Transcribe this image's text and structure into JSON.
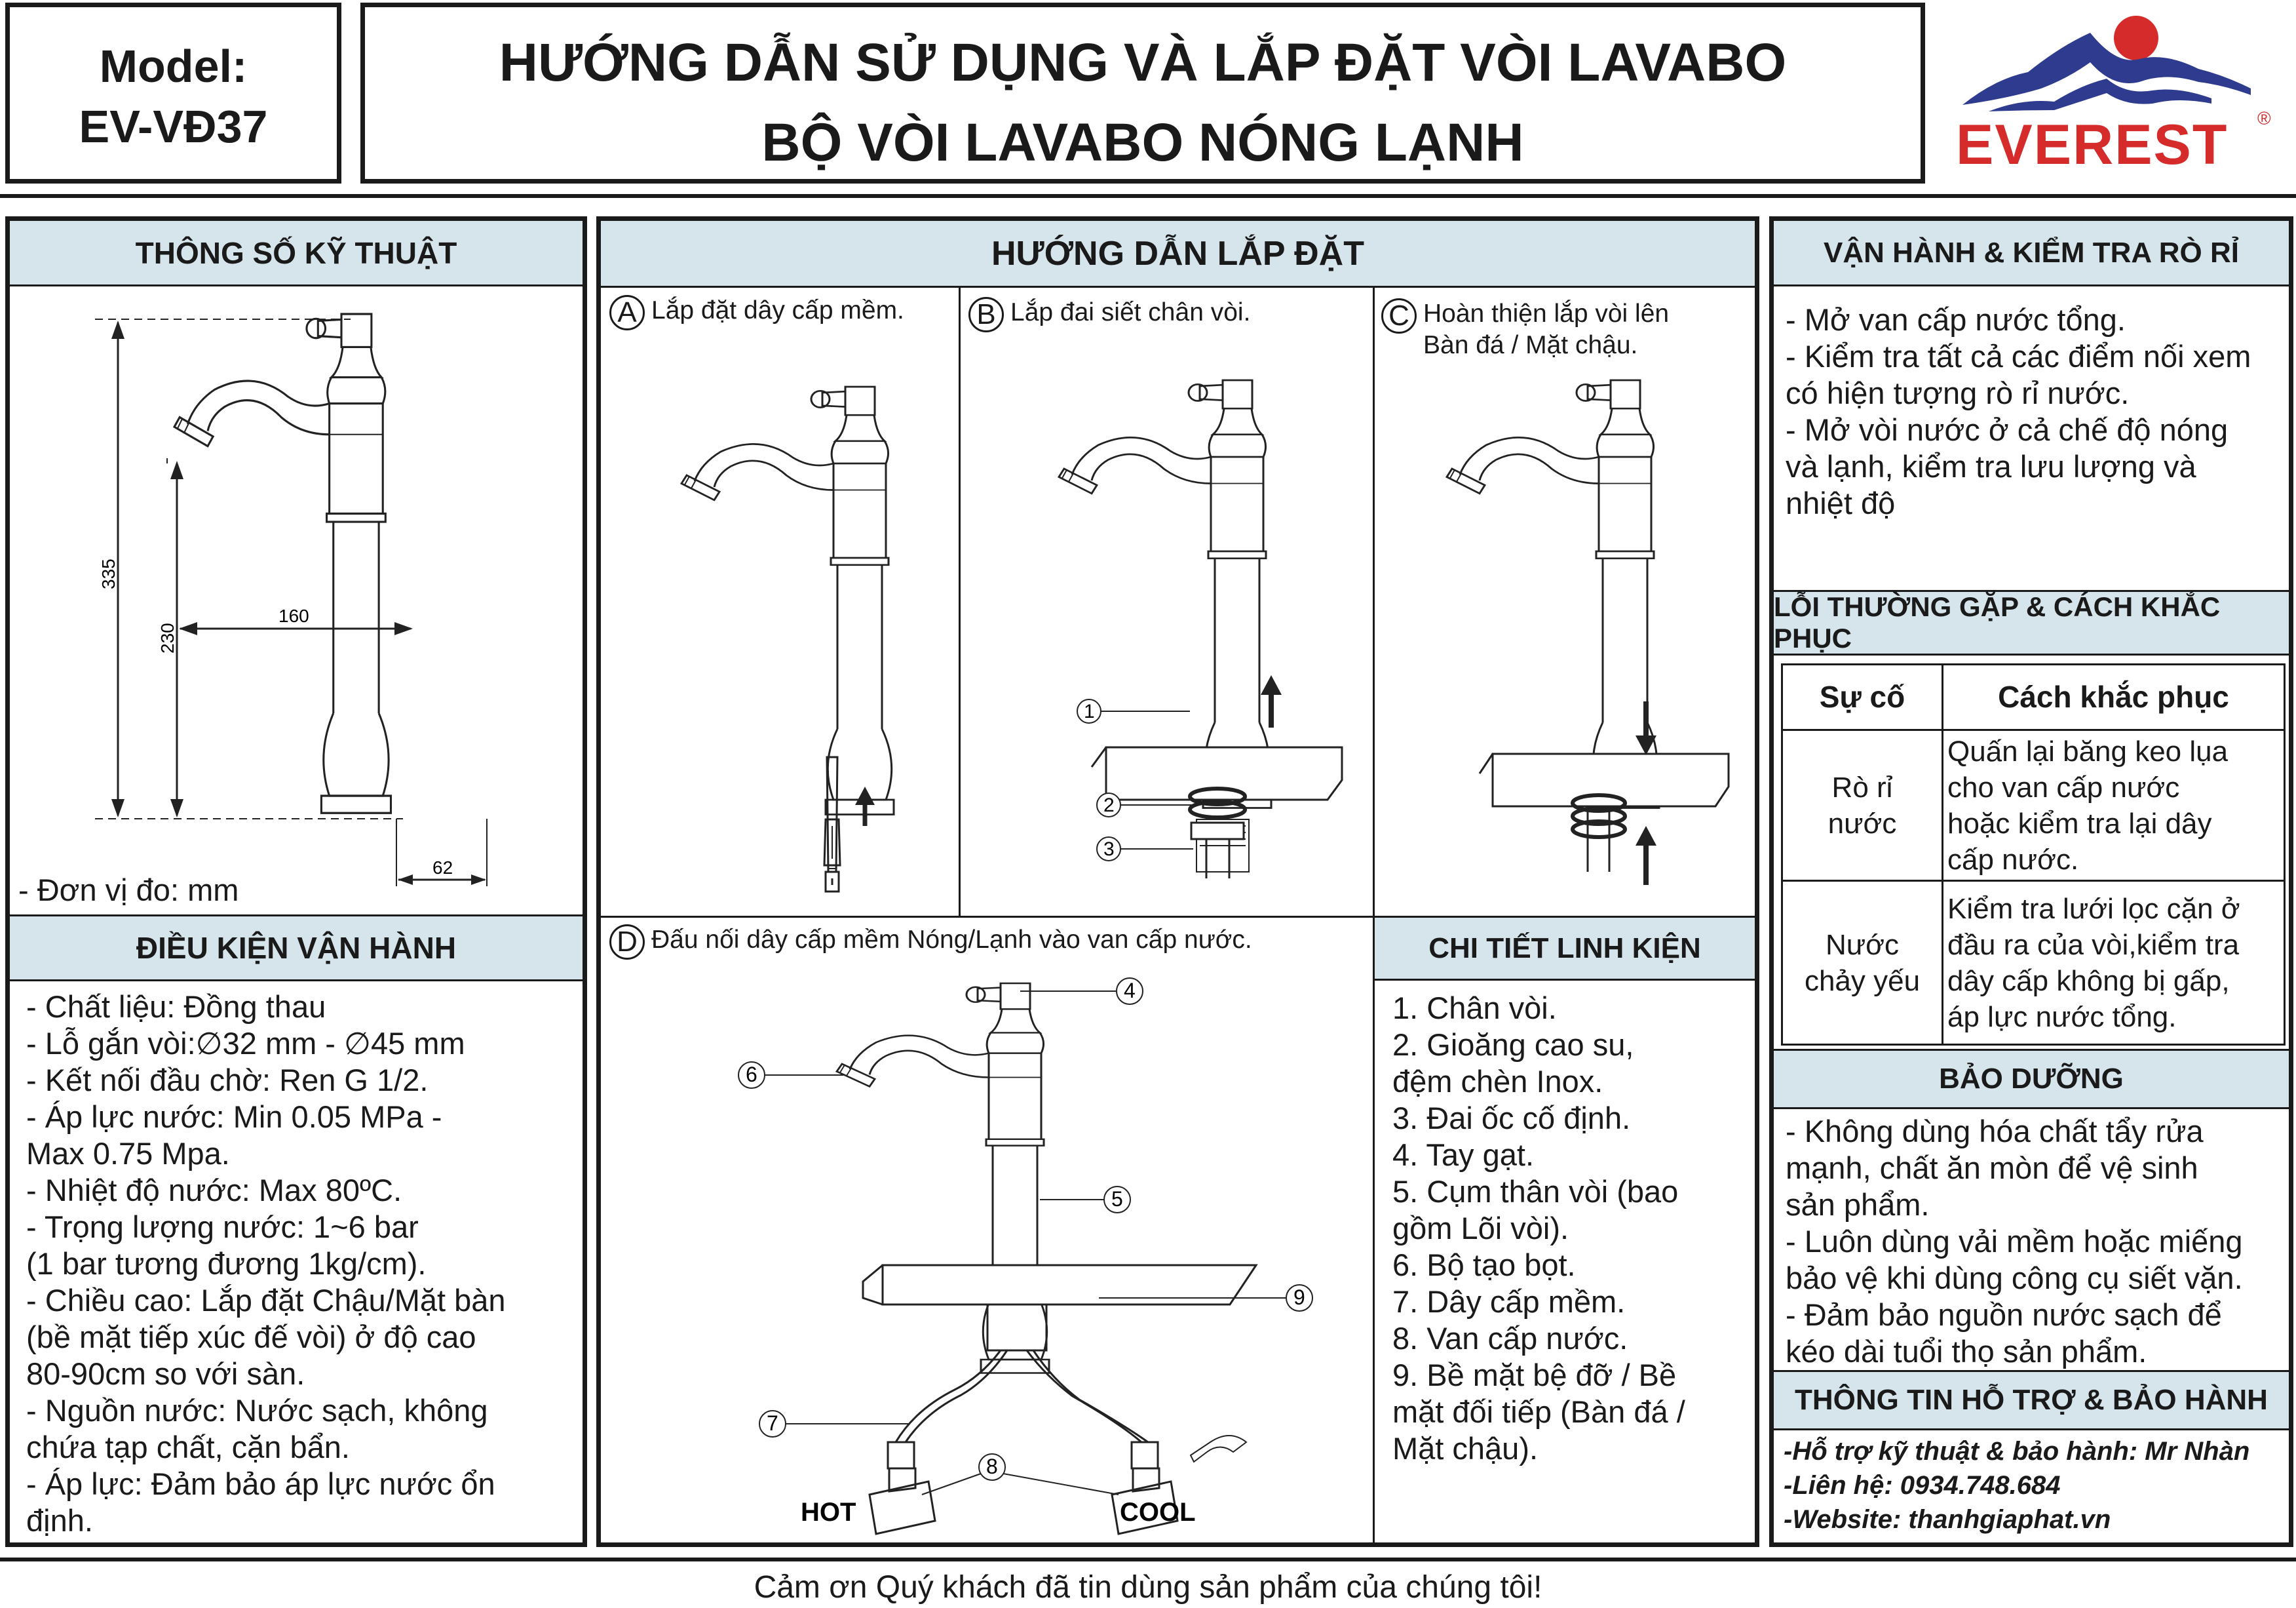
{
  "header": {
    "model_label": "Model:",
    "model_code": "EV-VĐ37",
    "title_line1": "HƯỚNG DẪN SỬ DỤNG VÀ LẮP ĐẶT VÒI LAVABO",
    "title_line2": "BỘ VÒI LAVABO NÓNG LẠNH",
    "brand": "EVEREST",
    "brand_mark": "®"
  },
  "specs": {
    "title": "THÔNG SỐ KỸ THUẬT",
    "dim_335": "335",
    "dim_230": "230",
    "dim_160": "160",
    "dim_62": "62",
    "unit_note": "- Đơn vị đo: mm"
  },
  "conditions": {
    "title": "ĐIỀU KIỆN VẬN HÀNH",
    "lines": [
      "- Chất liệu: Đồng thau",
      "- Lỗ gắn vòi:∅32 mm - ∅45 mm",
      "- Kết nối đầu chờ: Ren G 1/2.",
      "- Áp lực nước: Min 0.05 MPa -",
      "Max 0.75 Mpa.",
      "- Nhiệt độ nước: Max 80ºC.",
      "- Trọng lượng nước: 1~6 bar",
      "(1 bar tương đương 1kg/cm).",
      "- Chiều cao: Lắp đặt Chậu/Mặt bàn",
      "(bề mặt tiếp xúc đế vòi) ở độ cao",
      "80-90cm so với sàn.",
      "- Nguồn nước: Nước sạch, không",
      "chứa tạp chất, cặn bẩn.",
      "- Áp lực: Đảm bảo áp lực nước ổn",
      "định."
    ]
  },
  "install": {
    "title": "HƯỚNG DẪN LẮP ĐẶT",
    "step_a_letter": "A",
    "step_a": "Lắp đặt dây cấp mềm.",
    "step_b_letter": "B",
    "step_b": "Lắp đai siết chân vòi.",
    "step_c_letter": "C",
    "step_c_line1": "Hoàn thiện lắp vòi lên",
    "step_c_line2": "Bàn đá / Mặt chậu.",
    "step_d_letter": "D",
    "step_d": "Đấu nối dây cấp mềm Nóng/Lạnh vào van cấp nước.",
    "callouts": [
      "1",
      "2",
      "3",
      "4",
      "5",
      "6",
      "7",
      "8",
      "9"
    ],
    "hot_label": "HOT",
    "cool_label": "COOL"
  },
  "parts": {
    "title": "CHI TIẾT LINH KIỆN",
    "lines": [
      "1. Chân vòi.",
      "2. Gioăng cao su,",
      "đệm chèn Inox.",
      "3. Đai ốc cố định.",
      "4. Tay gạt.",
      "5. Cụm thân vòi (bao",
      "gồm Lõi vòi).",
      "6. Bộ tạo bọt.",
      "7. Dây cấp mềm.",
      "8. Van cấp nước.",
      "9. Bề mặt bệ đỡ / Bề",
      "mặt đối tiếp (Bàn đá /",
      "Mặt chậu)."
    ]
  },
  "operation": {
    "title": "VẬN HÀNH & KIỂM TRA RÒ RỈ",
    "lines": [
      "- Mở van cấp nước tổng.",
      "- Kiểm tra tất cả các điểm nối xem",
      "có hiện tượng rò rỉ nước.",
      "- Mở vòi nước ở cả chế độ nóng",
      "và lạnh, kiểm tra lưu lượng và",
      "nhiệt độ"
    ]
  },
  "troubleshoot": {
    "title": "LỖI THƯỜNG GẶP & CÁCH KHẮC PHỤC",
    "col_issue": "Sự cố",
    "col_fix": "Cách khắc phục",
    "rows": [
      {
        "issue": [
          "Rò rỉ",
          "nước"
        ],
        "fix": [
          "Quấn lại băng keo lụa",
          "cho van cấp nước",
          "hoặc kiểm tra lại dây",
          "cấp nước."
        ]
      },
      {
        "issue": [
          "Nước",
          "chảy yếu"
        ],
        "fix": [
          "Kiểm tra lưới lọc cặn ở",
          "đầu ra của vòi,kiểm tra",
          "dây cấp không bị gấp,",
          "áp lực nước tổng."
        ]
      }
    ]
  },
  "maintenance": {
    "title": "BẢO DƯỠNG",
    "lines": [
      "- Không dùng hóa chất tẩy rửa",
      "mạnh, chất ăn mòn để vệ sinh",
      "sản phẩm.",
      "- Luôn dùng vải mềm hoặc miếng",
      "bảo vệ khi dùng công cụ siết vặn.",
      "- Đảm bảo nguồn nước sạch để",
      "kéo dài tuổi thọ sản phẩm."
    ]
  },
  "support": {
    "title": "THÔNG TIN HỖ TRỢ & BẢO HÀNH",
    "line1": "-Hỗ trợ kỹ thuật & bảo hành: Mr Nhàn",
    "line2": "-Liên hệ: 0934.748.684",
    "line3": "-Website: thanhgiaphat.vn"
  },
  "footer": {
    "thanks": "Cảm ơn Quý khách đã tin dùng sản phẩm của chúng tôi!"
  },
  "colors": {
    "header_fill": "#d6e4ec",
    "brand_red": "#d52b2b",
    "brand_blue": "#2e3b8f"
  }
}
